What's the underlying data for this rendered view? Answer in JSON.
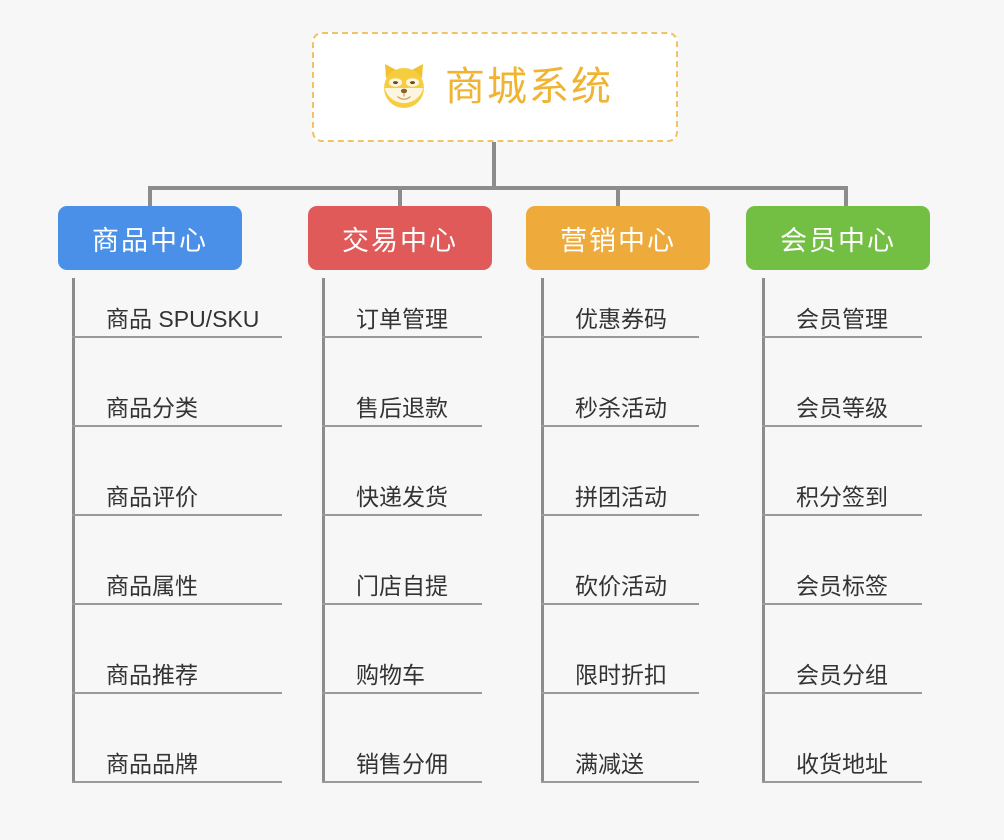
{
  "background_color": "#f7f7f7",
  "connector_color": "#8c8c8c",
  "root": {
    "icon": "shiba-inu-dog-face-icon",
    "title": "商城系统",
    "title_color": "#f0b433",
    "border_color": "#f1c266",
    "fill_color": "#ffffff"
  },
  "categories": [
    {
      "label": "商品中心",
      "color": "#4a90e8",
      "items": [
        "商品 SPU/SKU",
        "商品分类",
        "商品评价",
        "商品属性",
        "商品推荐",
        "商品品牌"
      ]
    },
    {
      "label": "交易中心",
      "color": "#e05a5a",
      "items": [
        "订单管理",
        "售后退款",
        "快递发货",
        "门店自提",
        "购物车",
        "销售分佣"
      ]
    },
    {
      "label": "营销中心",
      "color": "#eeab3c",
      "items": [
        "优惠券码",
        "秒杀活动",
        "拼团活动",
        "砍价活动",
        "限时折扣",
        "满减送"
      ]
    },
    {
      "label": "会员中心",
      "color": "#73bf43",
      "items": [
        "会员管理",
        "会员等级",
        "积分签到",
        "会员标签",
        "会员分组",
        "收货地址"
      ]
    }
  ]
}
